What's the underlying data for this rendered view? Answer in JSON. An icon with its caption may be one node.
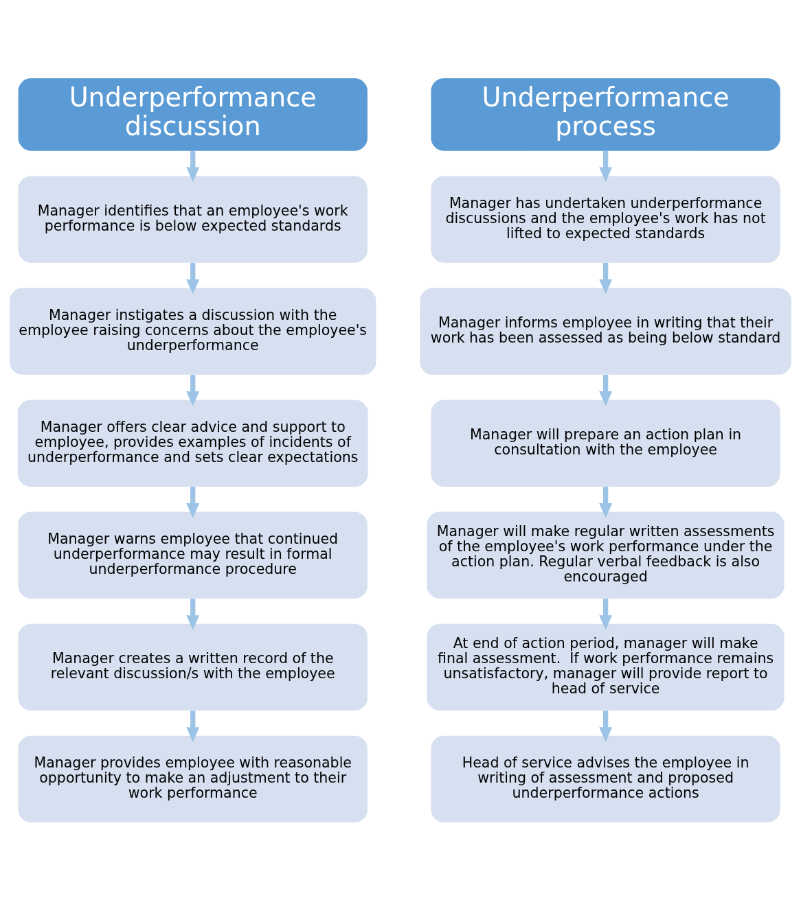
{
  "diagram": {
    "nodes": [
      {
        "text": [
          "Underperformance discussion"
        ]
      },
      {
        "text": [
          "Manager identifies that an employee's work performance is below expected standards"
        ]
      },
      {
        "text": [
          "Manager instigates a discussion with the employee raising concerns about the employee's underperformance"
        ]
      },
      {
        "text": [
          "Manager offers clear advice and support to employee, provides examples of incidents of underperformance and sets clear expectations"
        ]
      },
      {
        "text": [
          "Manager warns employee that continued underperformance may result in formal underperformance procedure"
        ]
      },
      {
        "text": [
          "Manager creates a written record of the relevant discussion/s with the employee"
        ]
      },
      {
        "text": [
          "Manager provides employee with reasonable opportunity to make an adjustment to their work performance"
        ]
      },
      {
        "text": [
          "Underperformance process"
        ]
      },
      {
        "text": [
          "Manager has undertaken underperformance discussions and the employee's work has not lifted to expected standards"
        ]
      },
      {
        "text": [
          "Manager informs employee in writing that their work has been assessed as being below standard"
        ]
      },
      {
        "text": [
          "Manager will prepare an action plan in consultation with the employee"
        ]
      },
      {
        "text": [
          "Manager will make regular written assessments of the employee's work performance under the action plan. Regular verbal feedback is also encouraged"
        ]
      },
      {
        "text": [
          "At end of action period, manager will make final assessment.  If work performance remains unsatisfactory, manager will provide report to head of service"
        ]
      },
      {
        "text": [
          "Head of service advises the employee in writing of assessment and proposed underperformance actions"
        ]
      }
    ],
    "edges": [
      {
        "from": 0,
        "to": 1,
        "arrow": "to"
      },
      {
        "from": 1,
        "to": 2,
        "arrow": "to"
      },
      {
        "from": 2,
        "to": 3,
        "arrow": "to"
      },
      {
        "from": 3,
        "to": 4,
        "arrow": "to"
      },
      {
        "from": 4,
        "to": 5,
        "arrow": "to"
      },
      {
        "from": 5,
        "to": 6,
        "arrow": "to"
      },
      {
        "from": 7,
        "to": 8,
        "arrow": "to"
      },
      {
        "from": 8,
        "to": 9,
        "arrow": "to"
      },
      {
        "from": 9,
        "to": 10,
        "arrow": "to"
      },
      {
        "from": 10,
        "to": 11,
        "arrow": "to"
      },
      {
        "from": 11,
        "to": 12,
        "arrow": "to"
      },
      {
        "from": 12,
        "to": 13,
        "arrow": "to"
      }
    ]
  }
}
